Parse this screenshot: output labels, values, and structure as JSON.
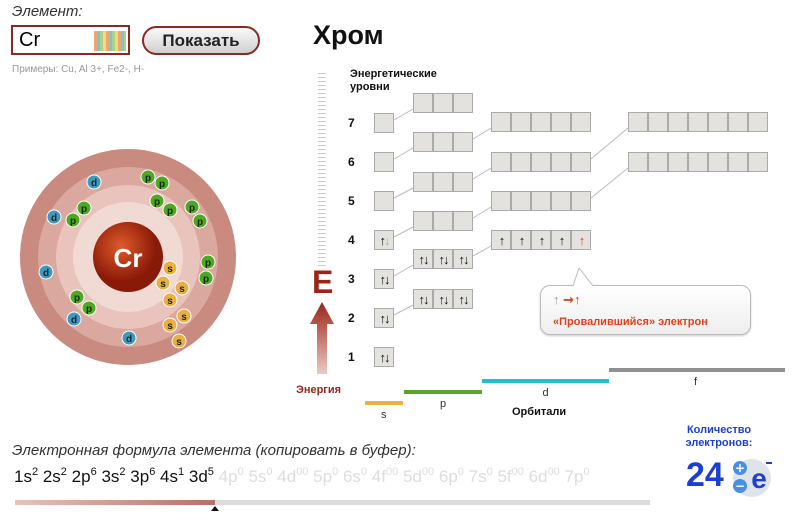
{
  "search": {
    "label": "Элемент:",
    "value": "Cr",
    "button": "Показать",
    "examples": "Примеры: Cu, Al 3+, Fe2-, H-"
  },
  "element": {
    "name": "Хром",
    "symbol": "Cr"
  },
  "diagram": {
    "levels_title": "Энергетические уровни",
    "levels": [
      "7",
      "6",
      "5",
      "4",
      "3",
      "2",
      "1"
    ],
    "energy_letter": "E",
    "energy_label": "Энергия",
    "orbitals_title": "Орбитали",
    "orbital_types": [
      {
        "label": "s",
        "color": "#f0b040"
      },
      {
        "label": "p",
        "color": "#58a828"
      },
      {
        "label": "d",
        "color": "#20c0d0"
      },
      {
        "label": "f",
        "color": "#909090"
      }
    ],
    "sublevels": {
      "1s": [
        "ud"
      ],
      "2s": [
        "ud"
      ],
      "3s": [
        "ud"
      ],
      "4s": [
        "ug"
      ],
      "5s": [
        ""
      ],
      "6s": [
        ""
      ],
      "7s": [
        ""
      ],
      "2p": [
        "ud",
        "ud",
        "ud"
      ],
      "3p": [
        "ud",
        "ud",
        "ud"
      ],
      "4p": [
        "",
        "",
        ""
      ],
      "5p": [
        "",
        "",
        ""
      ],
      "6p": [
        "",
        "",
        ""
      ],
      "7p": [
        "",
        "",
        ""
      ],
      "3d": [
        "u",
        "u",
        "u",
        "u",
        "r"
      ],
      "4d": [
        "",
        "",
        "",
        "",
        ""
      ],
      "5d": [
        "",
        "",
        "",
        "",
        ""
      ],
      "6d": [
        "",
        "",
        "",
        "",
        ""
      ],
      "4f": [
        "",
        "",
        "",
        "",
        "",
        "",
        ""
      ],
      "5f": [
        "",
        "",
        "",
        "",
        "",
        "",
        ""
      ]
    },
    "callout": "«Провалившийся» электрон"
  },
  "atom": {
    "electrons": {
      "s": 7,
      "p": 12,
      "d": 5
    }
  },
  "formula": {
    "label": "Электронная формула элемента (копировать в буфер):",
    "filled": [
      [
        "1s",
        "2"
      ],
      [
        "2s",
        "2"
      ],
      [
        "2p",
        "6"
      ],
      [
        "3s",
        "2"
      ],
      [
        "3p",
        "6"
      ],
      [
        "4s",
        "1"
      ],
      [
        "3d",
        "5"
      ]
    ],
    "empty": [
      [
        "4p",
        "0"
      ],
      [
        "5s",
        "0"
      ],
      [
        "4d",
        "00"
      ],
      [
        "5p",
        "0"
      ],
      [
        "6s",
        "0"
      ],
      [
        "4f",
        "00"
      ],
      [
        "5d",
        "00"
      ],
      [
        "6p",
        "0"
      ],
      [
        "7s",
        "0"
      ],
      [
        "5f",
        "00"
      ],
      [
        "6d",
        "00"
      ],
      [
        "7p",
        "0"
      ]
    ],
    "progress_percent": 31.5
  },
  "counter": {
    "label": "Количество электронов:",
    "value": "24"
  },
  "colors": {
    "accent": "#8b2a22",
    "blue": "#1d3fd0",
    "highlight": "#e0401c"
  }
}
